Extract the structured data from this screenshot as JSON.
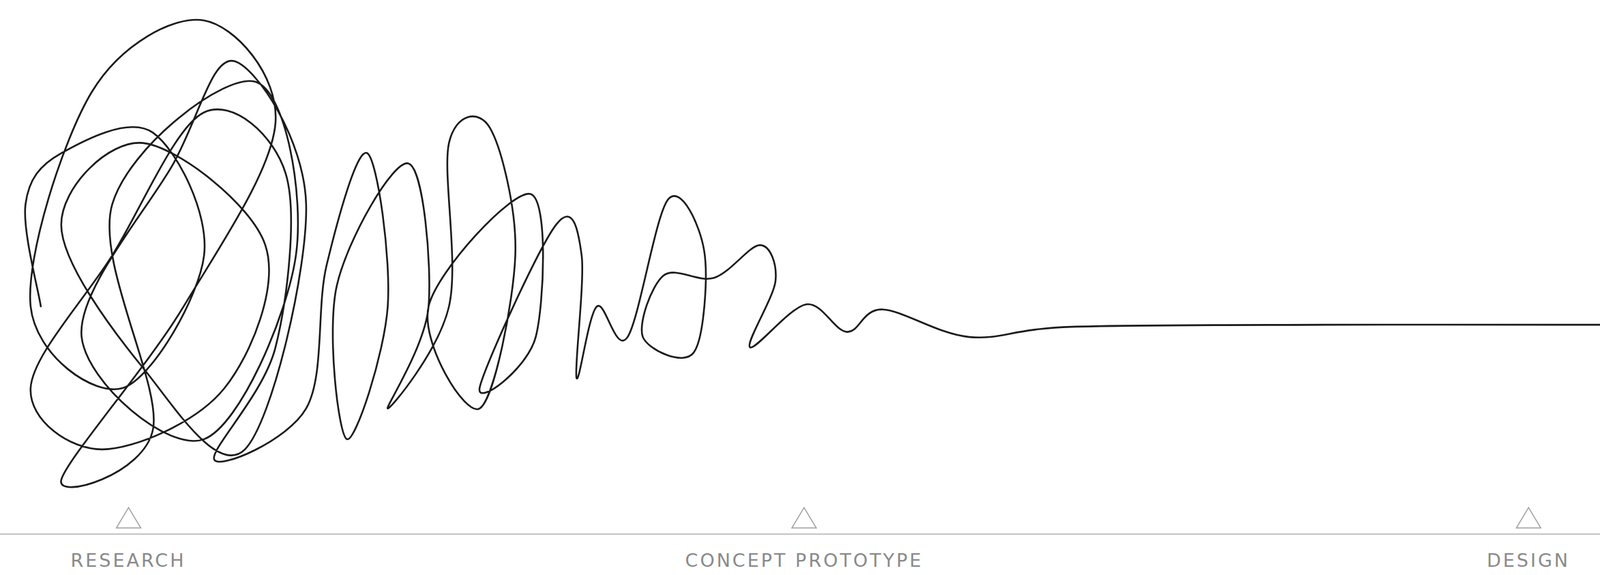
{
  "diagram": {
    "labels": [
      "RESEARCH",
      "CONCEPT PROTOTYPE",
      "DESIGN"
    ]
  }
}
